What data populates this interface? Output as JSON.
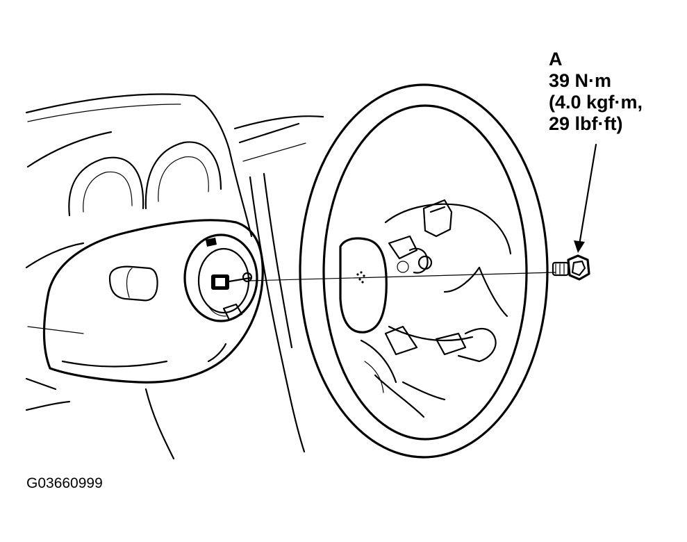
{
  "callout": {
    "letter": "A",
    "torque_nm": "39 N·m",
    "torque_kgfm": "(4.0 kgf·m,",
    "torque_lbfft": "29 lbf·ft)"
  },
  "figure_id": "G03660999"
}
